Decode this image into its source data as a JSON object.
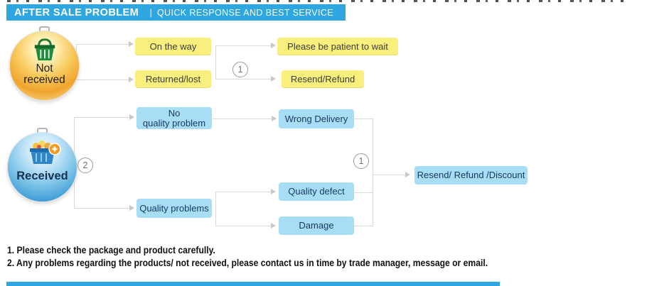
{
  "header": {
    "title": "AFTER SALE PROBLEM",
    "separator": "|",
    "subtitle": "QUICK RESPONSE AND BEST SERVICE"
  },
  "nodes": {
    "not_received": {
      "line1": "Not",
      "line2": "received"
    },
    "received": {
      "label": "Received"
    },
    "on_the_way": {
      "label": "On the way"
    },
    "returned_lost": {
      "label": "Returned/lost"
    },
    "please_wait": {
      "label": "Please be patient to wait"
    },
    "resend_refund": {
      "label": "Resend/Refund"
    },
    "no_quality_problem": {
      "line1": "No",
      "line2": "quality problem"
    },
    "wrong_delivery": {
      "label": "Wrong Delivery"
    },
    "quality_problems": {
      "label": "Quality problems"
    },
    "quality_defect": {
      "label": "Quality defect"
    },
    "damage": {
      "label": "Damage"
    },
    "resend_refund_discount": {
      "label": "Resend/ Refund /Discount"
    }
  },
  "badges": {
    "step1": "1",
    "step2": "2"
  },
  "notes": {
    "line1": "1. Please check the package and product carefully.",
    "line2": "2. Any problems regarding the products/ not received, please contact us in time by trade manager, message or email."
  },
  "icons": {
    "not_received": "green-shopping-basket-icon",
    "received": "blue-shopping-basket-with-plus-icon"
  },
  "colors": {
    "header_bg": "#2EA7E0",
    "yellow_box": "#F9EF7C",
    "blue_box": "#A8DEF5",
    "connector_line": "#D9D9D9",
    "note_text": "#111111"
  }
}
